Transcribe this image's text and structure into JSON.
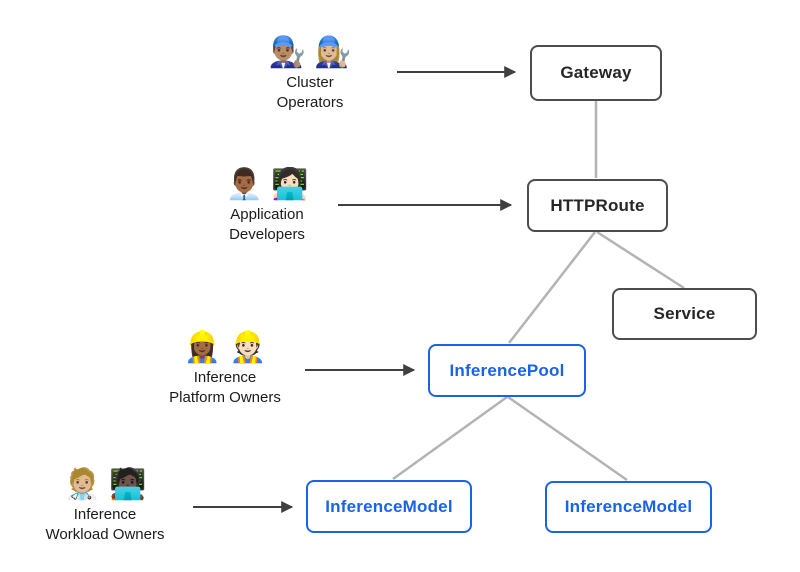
{
  "colors": {
    "background": "#ffffff",
    "node_border_dark": "#4d4d4d",
    "node_text_dark": "#262626",
    "node_blue": "#1a63e8",
    "connector_gray": "#b3b3b3",
    "arrow_dark": "#404040"
  },
  "personas": [
    {
      "emoji": "👨🏽‍🔧 👩🏼‍🔧",
      "label": "Cluster\nOperators"
    },
    {
      "emoji": "👨🏾‍💼 👩🏻‍💻",
      "label": "Application\nDevelopers"
    },
    {
      "emoji": "👷🏾‍♀️ 👷🏻",
      "label": "Inference\nPlatform Owners"
    },
    {
      "emoji": "🧑🏼‍⚕️ 🧑🏿‍💻",
      "label": "Inference\nWorkload Owners"
    }
  ],
  "nodes": {
    "gateway": {
      "label": "Gateway",
      "style": "dark"
    },
    "httproute": {
      "label": "HTTPRoute",
      "style": "dark"
    },
    "service": {
      "label": "Service",
      "style": "dark"
    },
    "inference_pool": {
      "label": "InferencePool",
      "style": "blue"
    },
    "inference_model_left": {
      "label": "InferenceModel",
      "style": "blue"
    },
    "inference_model_right": {
      "label": "InferenceModel",
      "style": "blue"
    }
  },
  "edges": [
    {
      "from": "Cluster Operators",
      "to": "Gateway",
      "type": "arrow"
    },
    {
      "from": "Application Developers",
      "to": "HTTPRoute",
      "type": "arrow"
    },
    {
      "from": "Inference Platform Owners",
      "to": "InferencePool",
      "type": "arrow"
    },
    {
      "from": "Inference Workload Owners",
      "to": "InferenceModel",
      "type": "arrow"
    },
    {
      "from": "Gateway",
      "to": "HTTPRoute",
      "type": "line"
    },
    {
      "from": "HTTPRoute",
      "to": "InferencePool",
      "type": "line"
    },
    {
      "from": "HTTPRoute",
      "to": "Service",
      "type": "line"
    },
    {
      "from": "InferencePool",
      "to": "InferenceModel (left)",
      "type": "line"
    },
    {
      "from": "InferencePool",
      "to": "InferenceModel (right)",
      "type": "line"
    }
  ]
}
